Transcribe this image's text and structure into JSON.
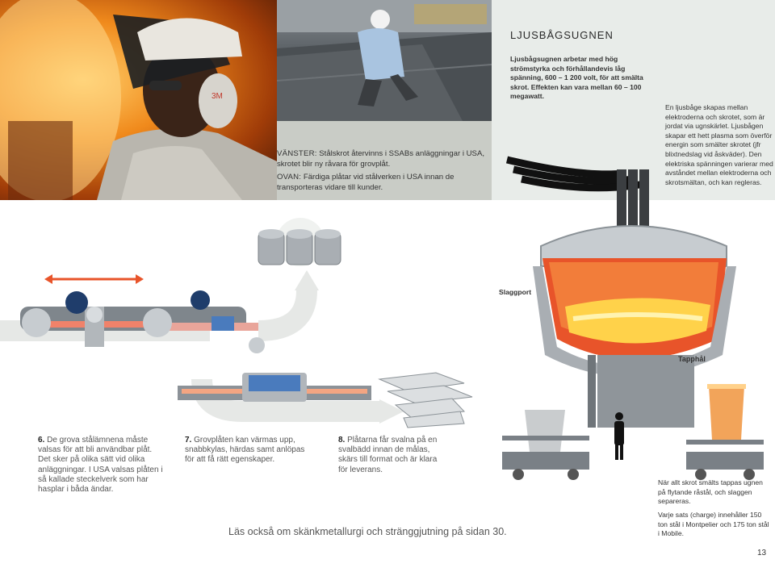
{
  "captions": {
    "left_lead": "VÄNSTER:",
    "left_text": "Stålskrot återvinns i SSABs anläggningar i USA, skrotet blir ny råvara för grovplåt.",
    "above_lead": "OVAN:",
    "above_text": "Färdiga plåtar vid stålverken i USA innan de transporteras vidare till kunder."
  },
  "arc": {
    "title": "LJUSBÅGSUGNEN",
    "intro": "Ljusbågsugnen arbetar med hög strömstyrka och förhållandevis låg spänning, 600 – 1 200 volt, för att smälta skrot. Effekten kan vara mellan 60 – 100 megawatt.",
    "explain": "En ljusbåge skapas mellan elektroderna och skrotet, som är jordat via ugnskärlet. Ljusbågen skapar ett hett plasma som överför energin som smälter skrotet (jfr blixtnedslag vid åskväder). Den elektriska spänningen varierar med avståndet mellan elektroderna och skrotsmältan, och kan regleras."
  },
  "labels": {
    "slag_port": "Slaggport",
    "tap_hole": "Tapphål"
  },
  "steps": [
    {
      "num": "6.",
      "text": "De grova stålämnena måste valsas för att bli användbar plåt. Det sker på olika sätt vid olika anläggningar. I USA valsas plåten i så kallade steckelverk som har hasplar i båda ändar."
    },
    {
      "num": "7.",
      "text": "Grovplåten kan värmas upp, snabbkylas, härdas samt anlöpas för att få rätt egenskaper."
    },
    {
      "num": "8.",
      "text": "Plåtarna får svalna på en svalbädd innan de målas, skärs till format och är klara för leverans."
    }
  ],
  "bottom_notes": {
    "tapping": "När allt skrot smälts tappas ugnen på flytande råstål, och slaggen separeras.",
    "charge": "Varje sats (charge) innehåller 150 ton stål i Montpelier och 175 ton stål i Mobile."
  },
  "link_text": "Läs också om skänkmetallurgi och stränggjutning på sidan 30.",
  "page_number": "13",
  "helmet_text": "3M",
  "colors": {
    "accent_red": "#e8542a",
    "steel": "#9ea4aa",
    "molten": "#ffb21e",
    "bg_gray": "#e8ece9"
  }
}
